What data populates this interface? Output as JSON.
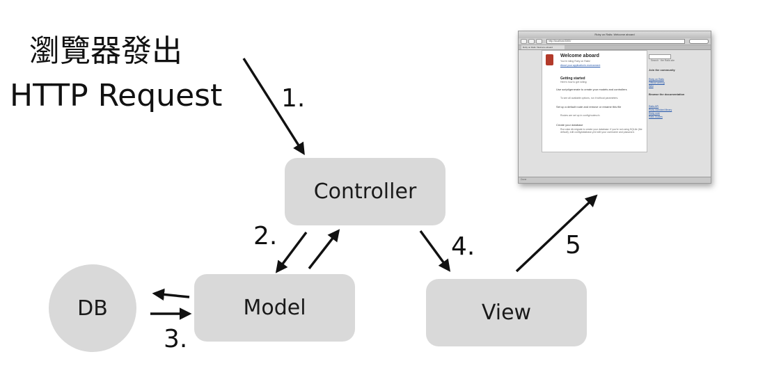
{
  "browser_request": {
    "line1": "瀏覽器發出",
    "line2": "HTTP Request"
  },
  "nodes": {
    "controller": "Controller",
    "model": "Model",
    "view": "View",
    "db": "DB"
  },
  "steps": {
    "s1": "1.",
    "s2": "2.",
    "s3": "3.",
    "s4": "4.",
    "s5": "5"
  },
  "browser_window": {
    "title": "Ruby on Rails: Welcome aboard",
    "url": "http://localhost:3000/",
    "tab": "Ruby on Rails: Welcome aboard",
    "heading": "Welcome aboard",
    "subheading": "You're riding Ruby on Rails!",
    "env_link": "About your application's environment",
    "getting_started": "Getting started",
    "getting_started_sub": "Here's how to get rolling:",
    "step1": "Use script/generate to create your models and controllers",
    "step1_note": "To see all available options, run it without parameters.",
    "step2": "Set up a default route and remove or rename this file",
    "step2_note": "Routes are set up in config/routes.rb.",
    "step3": "Create your database",
    "step3_note": "Run rake db:migrate to create your database. If you're not using SQLite (the default), edit config/database.yml with your username and password.",
    "search_button": "Search",
    "search_hint": "the Rails site",
    "community_heading": "Join the community",
    "community_links": [
      "Ruby on Rails",
      "Official weblog",
      "Wiki"
    ],
    "docs_heading": "Browse the documentation",
    "docs_links": [
      "Rails API",
      "Ruby standard library",
      "Ruby core",
      "Rails Guides"
    ],
    "status": "Done"
  },
  "colors": {
    "box_fill": "#d9d9d9",
    "arrow": "#111111",
    "background": "#ffffff"
  }
}
